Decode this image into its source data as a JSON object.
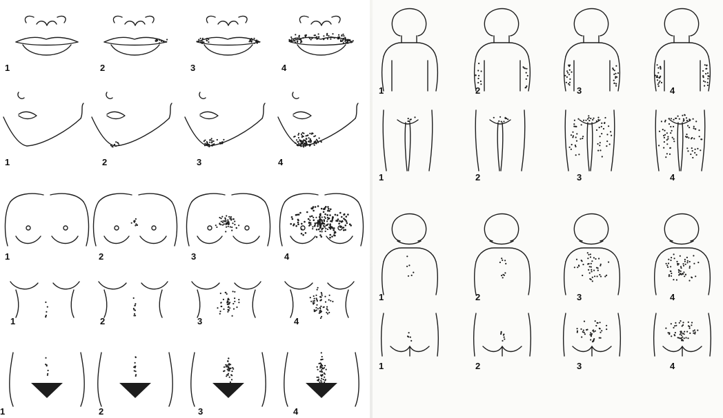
{
  "colors": {
    "ink": "#1d1d1d",
    "paper": "#ffffff",
    "paper_right": "#fbfbf9"
  },
  "left_rows": [
    {
      "region": "upper-lip",
      "labels": [
        "1",
        "2",
        "3",
        "4"
      ]
    },
    {
      "region": "chin",
      "labels": [
        "1",
        "2",
        "3",
        "4"
      ]
    },
    {
      "region": "chest",
      "labels": [
        "1",
        "2",
        "3",
        "4"
      ]
    },
    {
      "region": "upper-abdomen",
      "labels": [
        "1",
        "2",
        "3",
        "4"
      ]
    },
    {
      "region": "lower-abdomen",
      "labels": [
        "1",
        "2",
        "3",
        "4"
      ]
    }
  ],
  "right_rows": [
    {
      "region": "upper-arm",
      "labels": [
        "1",
        "2",
        "3",
        "4"
      ]
    },
    {
      "region": "thigh",
      "labels": [
        "1",
        "2",
        "3",
        "4"
      ]
    },
    {
      "region": "upper-back",
      "labels": [
        "1",
        "2",
        "3",
        "4"
      ]
    },
    {
      "region": "lower-back",
      "labels": [
        "1",
        "2",
        "3",
        "4"
      ]
    }
  ]
}
